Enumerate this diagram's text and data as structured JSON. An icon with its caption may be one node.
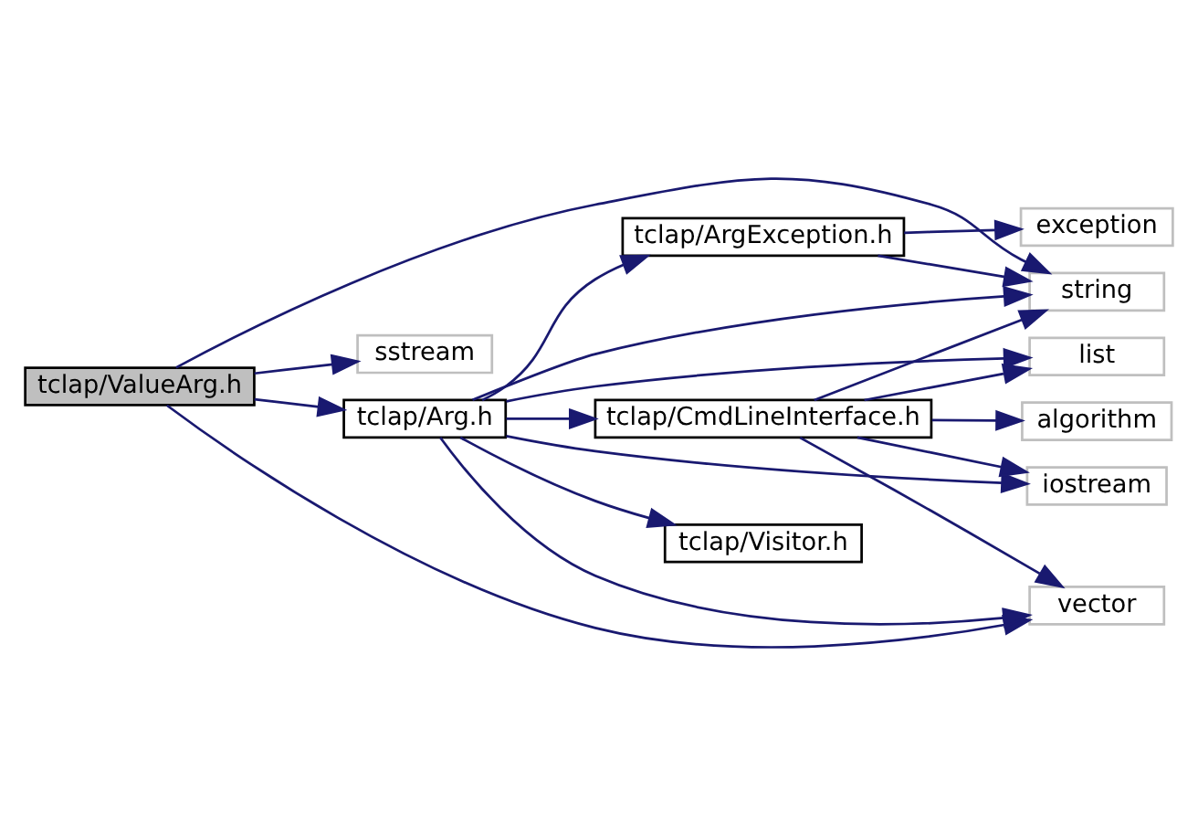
{
  "diagram": {
    "nodes": [
      {
        "text": [
          "tclap/ValueArg.h"
        ]
      },
      {
        "text": [
          "tclap/Arg.h"
        ]
      },
      {
        "text": [
          "sstream"
        ]
      },
      {
        "text": [
          "string"
        ]
      },
      {
        "text": [
          "tclap/ArgException.h"
        ]
      },
      {
        "text": [
          "exception"
        ]
      },
      {
        "text": [
          "vector"
        ]
      },
      {
        "text": [
          "tclap/CmdLineInterface.h"
        ]
      },
      {
        "text": [
          "algorithm"
        ]
      },
      {
        "text": [
          "iostream"
        ]
      },
      {
        "text": [
          "tclap/Visitor.h"
        ]
      },
      {
        "text": [
          "list"
        ]
      }
    ],
    "edges": [
      {
        "from": 0,
        "to": 3,
        "arrow": "to"
      },
      {
        "from": 0,
        "to": 6,
        "arrow": "to"
      },
      {
        "from": 0,
        "to": 1,
        "arrow": "to"
      },
      {
        "from": 0,
        "to": 2,
        "arrow": "to"
      },
      {
        "from": 1,
        "to": 3,
        "arrow": "to"
      },
      {
        "from": 1,
        "to": 4,
        "arrow": "to"
      },
      {
        "from": 1,
        "to": 6,
        "arrow": "to"
      },
      {
        "from": 1,
        "to": 7,
        "arrow": "to"
      },
      {
        "from": 1,
        "to": 9,
        "arrow": "to"
      },
      {
        "from": 1,
        "to": 10,
        "arrow": "to"
      },
      {
        "from": 1,
        "to": 11,
        "arrow": "to"
      },
      {
        "from": 4,
        "to": 3,
        "arrow": "to"
      },
      {
        "from": 4,
        "to": 5,
        "arrow": "to"
      },
      {
        "from": 7,
        "to": 3,
        "arrow": "to"
      },
      {
        "from": 7,
        "to": 6,
        "arrow": "to"
      },
      {
        "from": 7,
        "to": 8,
        "arrow": "to"
      },
      {
        "from": 7,
        "to": 9,
        "arrow": "to"
      },
      {
        "from": 7,
        "to": 11,
        "arrow": "to"
      }
    ]
  }
}
